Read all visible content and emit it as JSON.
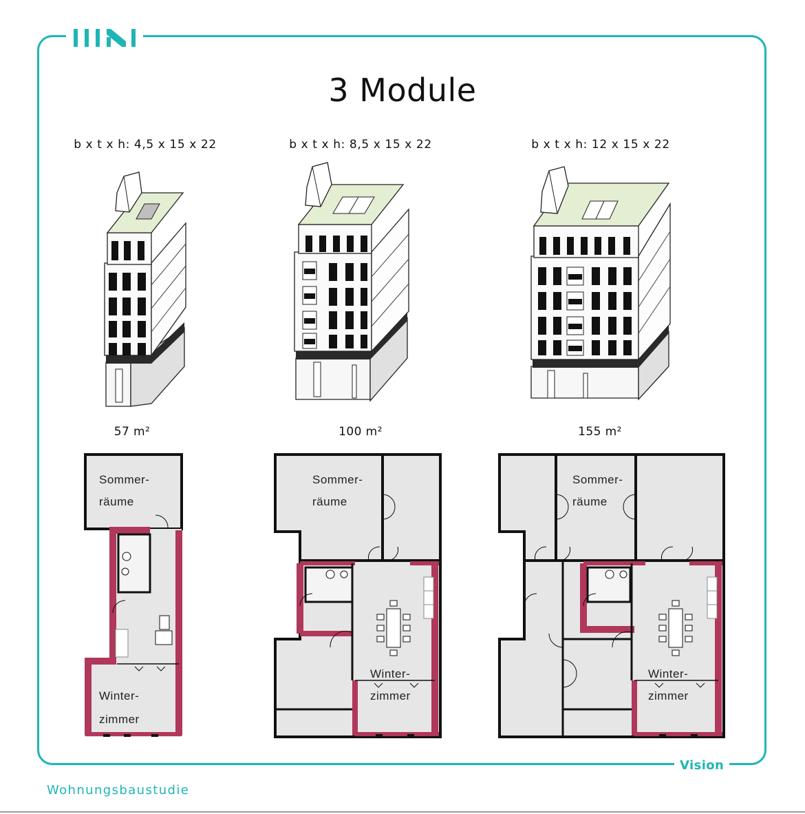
{
  "page": {
    "title": "3 Module",
    "footer_left": "Wohnungsbaustudie",
    "footer_right": "Vision"
  },
  "modules": [
    {
      "dimensions": "b x t x h: 4,5 x 15 x 22",
      "area": "57 m²",
      "room_top": [
        "Sommer-",
        "räume"
      ],
      "room_bottom": [
        "Winter-",
        "zimmer"
      ]
    },
    {
      "dimensions": "b x t x h: 8,5 x 15 x 22",
      "area": "100 m²",
      "room_top": [
        "Sommer-",
        "räume"
      ],
      "room_bottom": [
        "Winter-",
        "zimmer"
      ]
    },
    {
      "dimensions": "b x t x h: 12 x 15 x 22",
      "area": "155 m²",
      "room_top": [
        "Sommer-",
        "räume"
      ],
      "room_bottom": [
        "Winter-",
        "zimmer"
      ]
    }
  ],
  "colors": {
    "accent": "#1fb5b6",
    "wall_highlight": "#b0385a",
    "floor": "#e6e6e6",
    "roof": "#e4eed3"
  },
  "icons": [
    "brand-logo-icon"
  ]
}
